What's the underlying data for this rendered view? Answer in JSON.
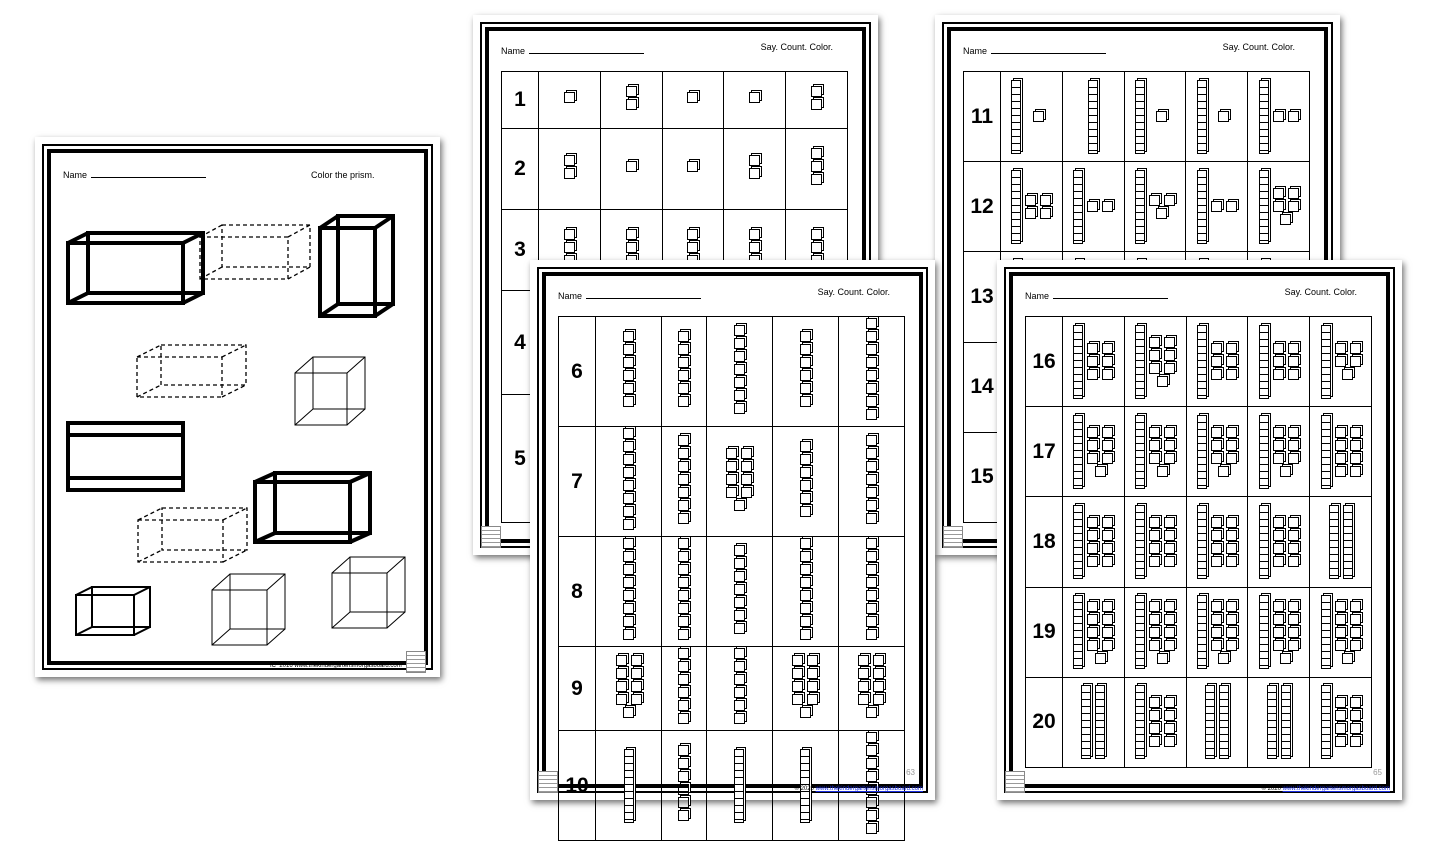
{
  "prism_sheet": {
    "name_label": "Name",
    "instruction": "Color the prism.",
    "footer": "IC_2016 www.thekindergartensmorgasboard.com"
  },
  "count_sheets": [
    {
      "id": "b",
      "name_label": "Name",
      "instruction": "Say.  Count.  Color.",
      "rows": [
        {
          "n": "1",
          "cells": [
            1,
            2,
            1,
            1,
            2
          ]
        },
        {
          "n": "2",
          "cells": [
            2,
            1,
            1,
            2,
            3
          ]
        },
        {
          "n": "3",
          "cells": [
            3,
            3,
            3,
            3,
            3
          ]
        },
        {
          "n": "4",
          "cells": [
            4,
            4,
            4,
            4,
            4
          ]
        },
        {
          "n": "5",
          "cells": [
            5,
            5,
            5,
            5,
            5
          ]
        }
      ]
    },
    {
      "id": "c",
      "name_label": "Name",
      "instruction": "Say.  Count.  Color.",
      "rows": [
        {
          "n": "11",
          "cells": [
            11,
            10,
            11,
            11,
            12
          ]
        },
        {
          "n": "12",
          "cells": [
            14,
            12,
            13,
            12,
            15
          ]
        },
        {
          "n": "13",
          "cells": [
            13,
            13,
            13,
            13,
            13
          ]
        },
        {
          "n": "14",
          "cells": [
            14,
            14,
            14,
            14,
            14
          ]
        },
        {
          "n": "15",
          "cells": [
            15,
            15,
            15,
            15,
            15
          ]
        }
      ]
    },
    {
      "id": "d",
      "name_label": "Name",
      "instruction": "Say.  Count.  Color.",
      "copyright": "© 2020",
      "url": "www.thekindergartensmorgasboard.com",
      "page": "63",
      "rows": [
        {
          "n": "6",
          "cells": [
            6,
            6,
            7,
            6,
            8
          ]
        },
        {
          "n": "7",
          "cells": [
            8,
            7,
            9,
            6,
            7
          ]
        },
        {
          "n": "8",
          "cells": [
            8,
            8,
            7,
            8,
            8
          ]
        },
        {
          "n": "9",
          "cells": [
            9,
            6,
            6,
            9,
            9
          ]
        },
        {
          "n": "10",
          "cells": [
            10,
            6,
            10,
            10,
            8
          ]
        }
      ]
    },
    {
      "id": "e",
      "name_label": "Name",
      "instruction": "Say.  Count.  Color.",
      "copyright": "© 2020",
      "url": "www.thekindergartensmorgasboard.com",
      "page": "65",
      "rows": [
        {
          "n": "16",
          "cells": [
            16,
            17,
            16,
            16,
            15
          ]
        },
        {
          "n": "17",
          "cells": [
            17,
            17,
            17,
            17,
            18
          ]
        },
        {
          "n": "18",
          "cells": [
            18,
            18,
            18,
            18,
            20
          ]
        },
        {
          "n": "19",
          "cells": [
            19,
            19,
            19,
            19,
            19
          ]
        },
        {
          "n": "20",
          "cells": [
            20,
            18,
            20,
            20,
            18
          ]
        }
      ]
    }
  ]
}
